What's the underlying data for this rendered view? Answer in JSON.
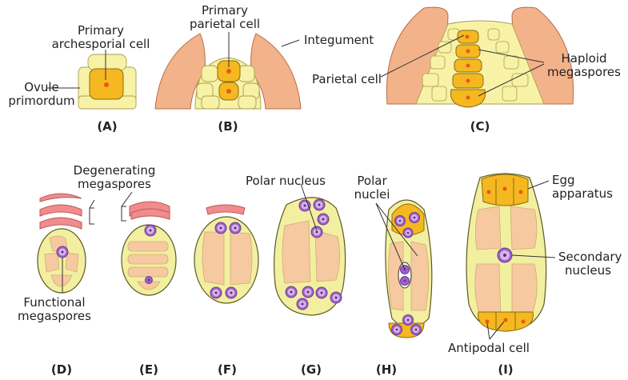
{
  "panels": {
    "A": "(A)",
    "B": "(B)",
    "C": "(C)",
    "D": "(D)",
    "E": "(E)",
    "F": "(F)",
    "G": "(G)",
    "H": "(H)",
    "I": "(I)"
  },
  "labels": {
    "primary_archesporial_1": "Primary",
    "primary_archesporial_2": "archesporial cell",
    "ovule_primordium_1": "Ovule",
    "ovule_primordium_2": "primordum",
    "primary_parietal_1": "Primary",
    "primary_parietal_2": "parietal cell",
    "integument": "Integument",
    "parietal_cell": "Parietal cell",
    "haploid_1": "Haploid",
    "haploid_2": "megaspores",
    "degenerating_1": "Degenerating",
    "degenerating_2": "megaspores",
    "functional_1": "Functional",
    "functional_2": "megaspores",
    "polar_nucleus": "Polar nucleus",
    "polar_nuclei_1": "Polar",
    "polar_nuclei_2": "nuclei",
    "egg_1": "Egg",
    "egg_2": "apparatus",
    "secondary_1": "Secondary",
    "secondary_2": "nucleus",
    "antipodal": "Antipodal cell"
  },
  "colors": {
    "integument": "#f2b38a",
    "nucellus": "#f7f2a6",
    "archesporial": "#f5b820",
    "embryo_sac": "#f3efa0",
    "vacuole": "#f7c9a0",
    "nucleus": "#a060c8",
    "degenerating": "#f08c8c"
  }
}
